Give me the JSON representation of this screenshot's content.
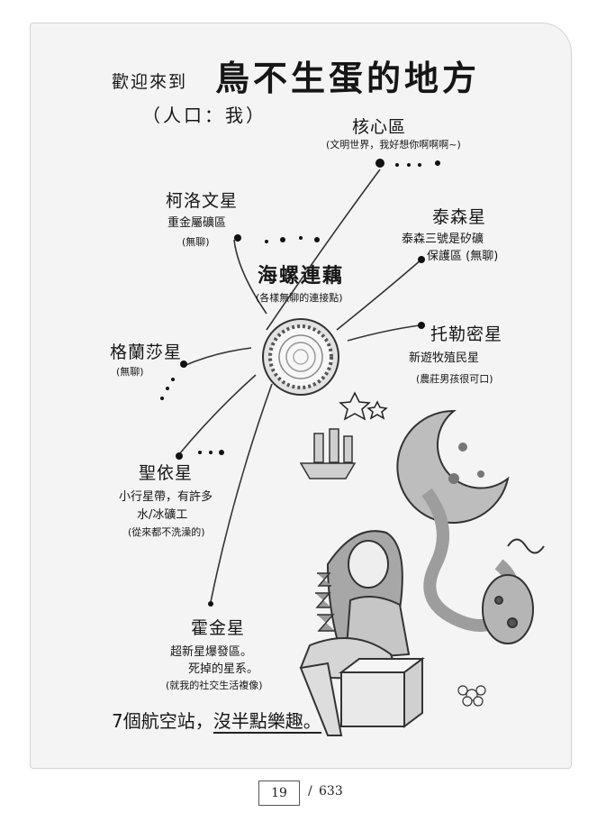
{
  "header": {
    "welcome": "歡迎來到",
    "title": "鳥不生蛋的地方",
    "population": "（人口：我）"
  },
  "center": {
    "name": "海螺連藕",
    "note": "(各樣無聊的連接點)"
  },
  "planets": [
    {
      "id": "core",
      "name": "核心區",
      "lines": [
        "(文明世界，我好想你啊啊啊~)"
      ]
    },
    {
      "id": "kolo",
      "name": "柯洛文星",
      "lines": [
        "重金屬礦區"
      ],
      "note": "(無聊)"
    },
    {
      "id": "taisen",
      "name": "泰森星",
      "lines": [
        "泰森三號是矽礦",
        "保護區 (無聊)"
      ]
    },
    {
      "id": "gelansha",
      "name": "格蘭莎星",
      "lines": [],
      "note": "(無聊)"
    },
    {
      "id": "tolek",
      "name": "托勒密星",
      "lines": [
        "新遊牧殖民星"
      ],
      "note": "(農莊男孩很可口)"
    },
    {
      "id": "shengyi",
      "name": "聖依星",
      "lines": [
        "小行星帶，有許多",
        "水/冰礦工"
      ],
      "note": "(從來都不洗澡的)"
    },
    {
      "id": "huojin",
      "name": "霍金星",
      "lines": [
        "超新星爆發區。",
        "死掉的星系。"
      ],
      "note": "(就我的社交生活複像)"
    }
  ],
  "footer_note": {
    "prefix": "7個航空站，",
    "emphasis": "沒半點樂趣。"
  },
  "pager": {
    "current": "19",
    "separator": "/",
    "total": "633"
  }
}
